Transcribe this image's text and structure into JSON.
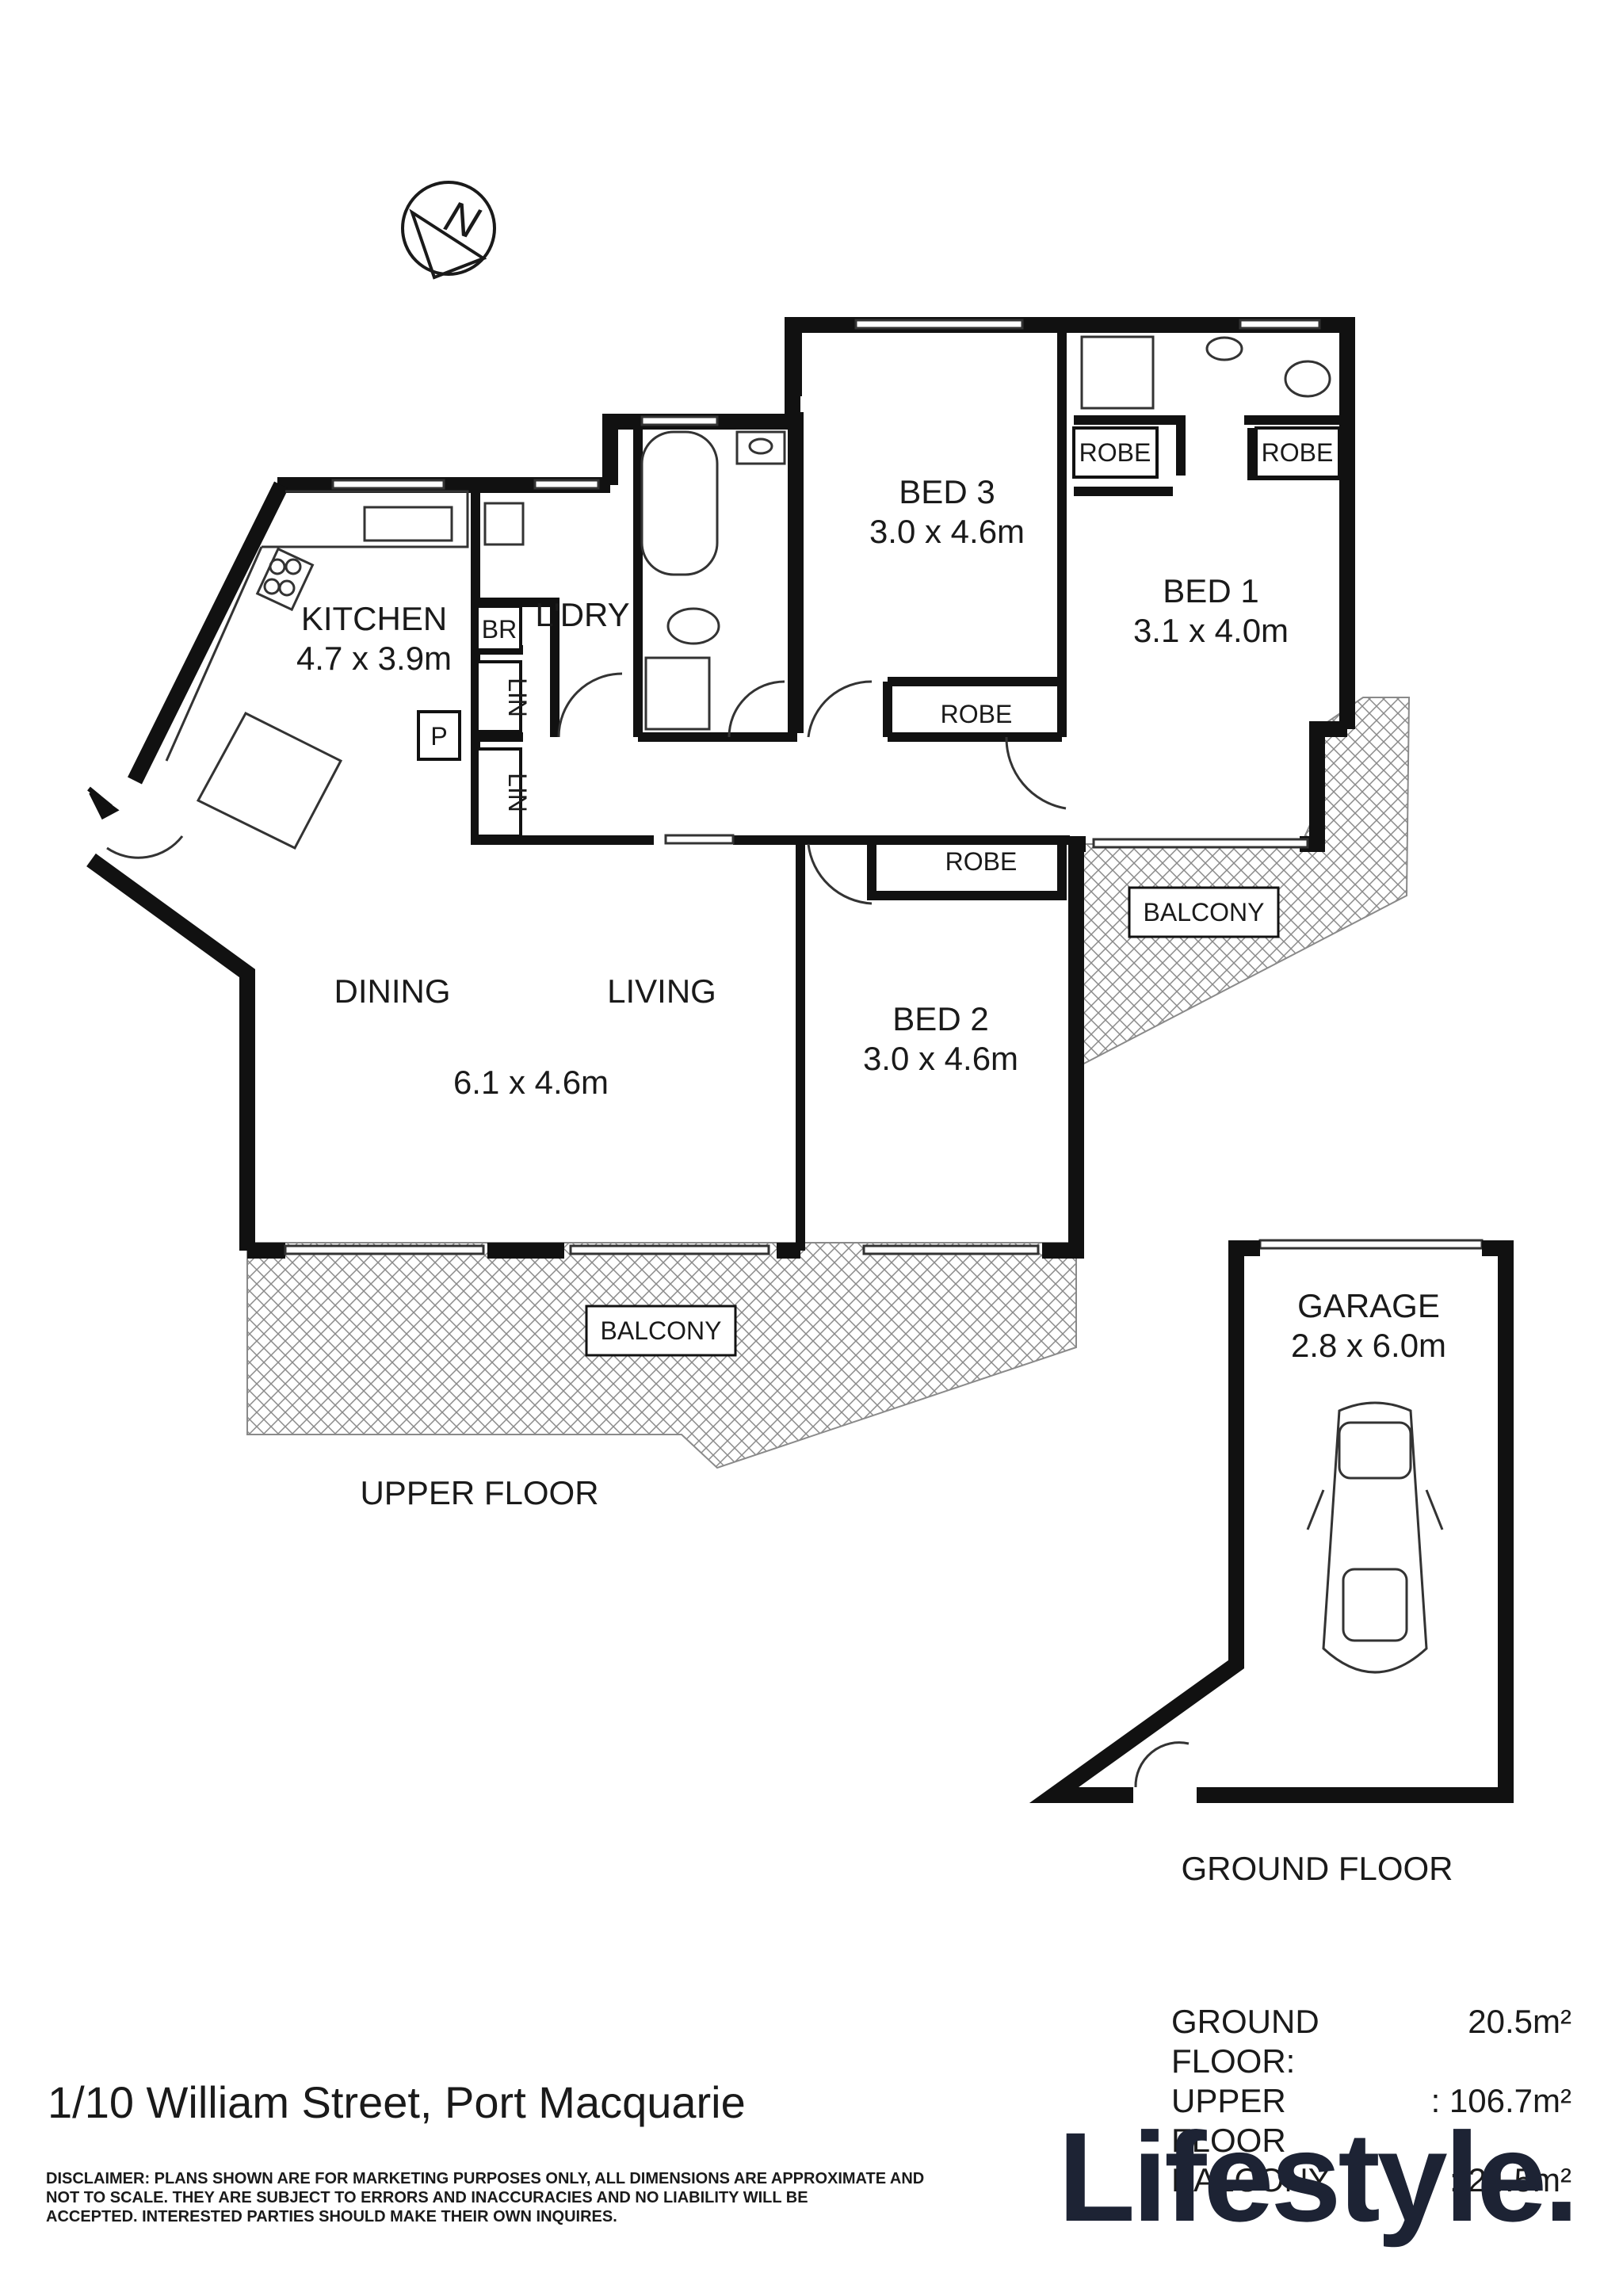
{
  "compass": {
    "letter": "N"
  },
  "rooms": {
    "kitchen": {
      "name": "KITCHEN",
      "size": "4.7 x 3.9m"
    },
    "laundry": {
      "name": "L'DRY"
    },
    "broom": {
      "name": "BR"
    },
    "linen_1": {
      "name": "LIN"
    },
    "linen_2": {
      "name": "LIN"
    },
    "pantry": {
      "name": "P"
    },
    "bed3": {
      "name": "BED 3",
      "size": "3.0 x 4.6m"
    },
    "bed3_robe": {
      "name": "ROBE"
    },
    "bed1": {
      "name": "BED 1",
      "size": "3.1 x 4.0m"
    },
    "bed1_robe_left": {
      "name": "ROBE"
    },
    "bed1_robe_right": {
      "name": "ROBE"
    },
    "bed2": {
      "name": "BED 2",
      "size": "3.0 x 4.6m"
    },
    "bed2_robe": {
      "name": "ROBE"
    },
    "dining": {
      "name": "DINING"
    },
    "living": {
      "name": "LIVING"
    },
    "dining_living_size": "6.1 x 4.6m",
    "balcony_main": {
      "name": "BALCONY"
    },
    "balcony_side": {
      "name": "BALCONY"
    },
    "garage": {
      "name": "GARAGE",
      "size": "2.8 x 6.0m"
    }
  },
  "floors": {
    "upper": "UPPER FLOOR",
    "ground": "GROUND FLOOR"
  },
  "areas": [
    {
      "label": "GROUND FLOOR:",
      "value": "20.5m²"
    },
    {
      "label": "UPPER FLOOR",
      "value": ": 106.7m²"
    },
    {
      "label": "BALCONY",
      "value": ":   24.5m²"
    }
  ],
  "address": "1/10 William Street, Port Macquarie",
  "disclaimer": [
    "DISCLAIMER: PLANS SHOWN ARE FOR MARKETING PURPOSES ONLY, ALL DIMENSIONS ARE APPROXIMATE AND",
    "NOT  TO SCALE. THEY  ARE SUBJECT  TO ERRORS AND INACCURACIES  AND NO LIABILITY  WILL  BE",
    "ACCEPTED. INTERESTED PARTIES SHOULD MAKE THEIR OWN INQUIRES."
  ],
  "brand": "Lifestyle."
}
